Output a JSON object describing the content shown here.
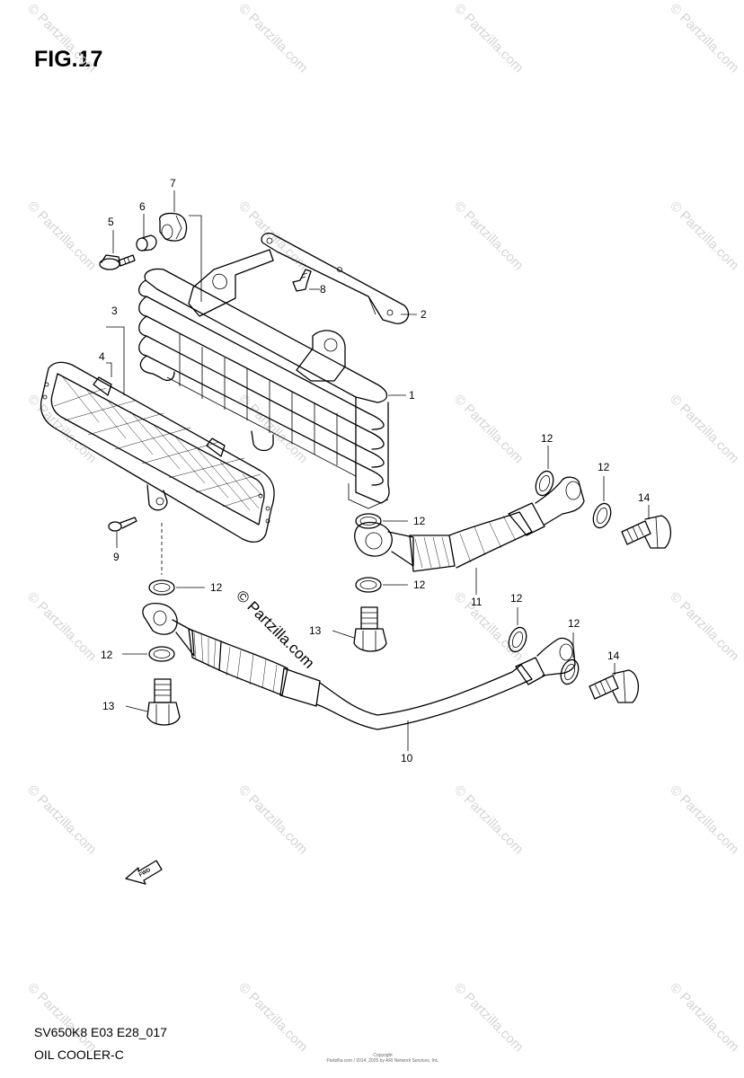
{
  "figure": {
    "title": "FIG.17",
    "code": "SV650K8 E03 E28_017",
    "name": "OIL COOLER-C"
  },
  "watermark": {
    "text": "© Partzilla.com",
    "color": "#d4d4d4"
  },
  "copyright": {
    "line1": "Copyright",
    "line2": "Partzilla.com / 2014, 2025 by ARI Network Services, Inc."
  },
  "fwd_label": "FWD",
  "callouts": [
    {
      "id": "c1",
      "label": "1"
    },
    {
      "id": "c2",
      "label": "2"
    },
    {
      "id": "c3",
      "label": "3"
    },
    {
      "id": "c4",
      "label": "4"
    },
    {
      "id": "c5",
      "label": "5"
    },
    {
      "id": "c6",
      "label": "6"
    },
    {
      "id": "c7",
      "label": "7"
    },
    {
      "id": "c8",
      "label": "8"
    },
    {
      "id": "c9",
      "label": "9"
    },
    {
      "id": "c10",
      "label": "10"
    },
    {
      "id": "c11",
      "label": "11"
    },
    {
      "id": "c12a",
      "label": "12"
    },
    {
      "id": "c12b",
      "label": "12"
    },
    {
      "id": "c12c",
      "label": "12"
    },
    {
      "id": "c12d",
      "label": "12"
    },
    {
      "id": "c12e",
      "label": "12"
    },
    {
      "id": "c12f",
      "label": "12"
    },
    {
      "id": "c12g",
      "label": "12"
    },
    {
      "id": "c12h",
      "label": "12"
    },
    {
      "id": "c13a",
      "label": "13"
    },
    {
      "id": "c13b",
      "label": "13"
    },
    {
      "id": "c14a",
      "label": "14"
    },
    {
      "id": "c14b",
      "label": "14"
    }
  ]
}
